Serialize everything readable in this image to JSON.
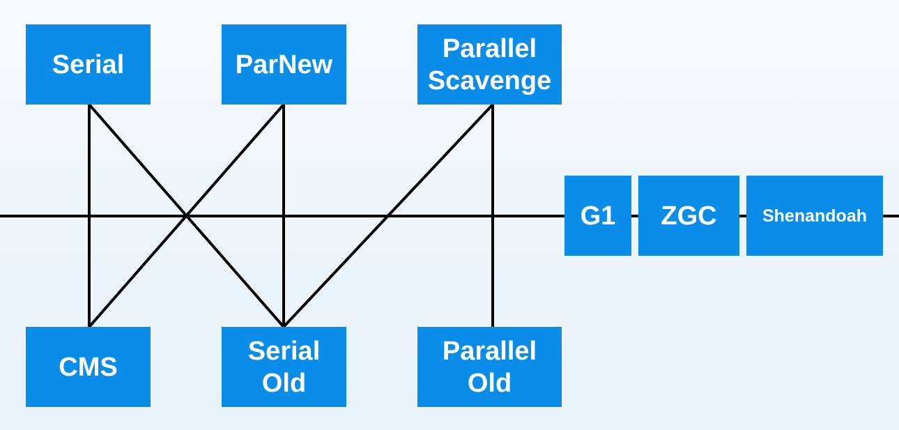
{
  "collectors": {
    "serial": "Serial",
    "parnew": "ParNew",
    "parallel_scavenge": "Parallel\nScavenge",
    "cms": "CMS",
    "serial_old": "Serial\nOld",
    "parallel_old": "Parallel\nOld",
    "g1": "G1",
    "zgc": "ZGC",
    "shenandoah": "Shenandoah"
  },
  "connections": [
    [
      "serial",
      "cms"
    ],
    [
      "serial",
      "serial_old"
    ],
    [
      "parnew",
      "cms"
    ],
    [
      "parnew",
      "serial_old"
    ],
    [
      "parallel_scavenge",
      "serial_old"
    ],
    [
      "parallel_scavenge",
      "parallel_old"
    ]
  ],
  "colors": {
    "box_fill": "#0a8de9",
    "box_text": "#ffffff",
    "line": "#000000"
  }
}
